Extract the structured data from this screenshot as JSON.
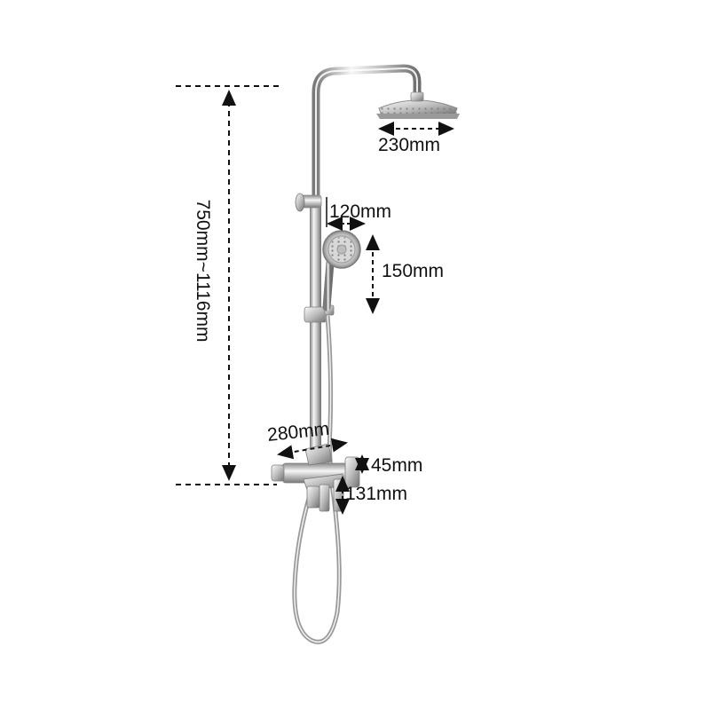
{
  "diagram": {
    "product": "shower-column-set",
    "dimensions": {
      "overall_height": "750mm~1116mm",
      "head_diameter": "230mm",
      "hand_shower_width": "120mm",
      "hand_shower_height": "150mm",
      "mixer_width": "280mm",
      "mixer_height": "45mm",
      "spout_drop": "131mm"
    }
  },
  "colors": {
    "chrome_light": "#f4f4f4",
    "chrome_mid": "#b9b9b9",
    "chrome_dark": "#6d6d6d",
    "dimension_line": "#111111"
  }
}
